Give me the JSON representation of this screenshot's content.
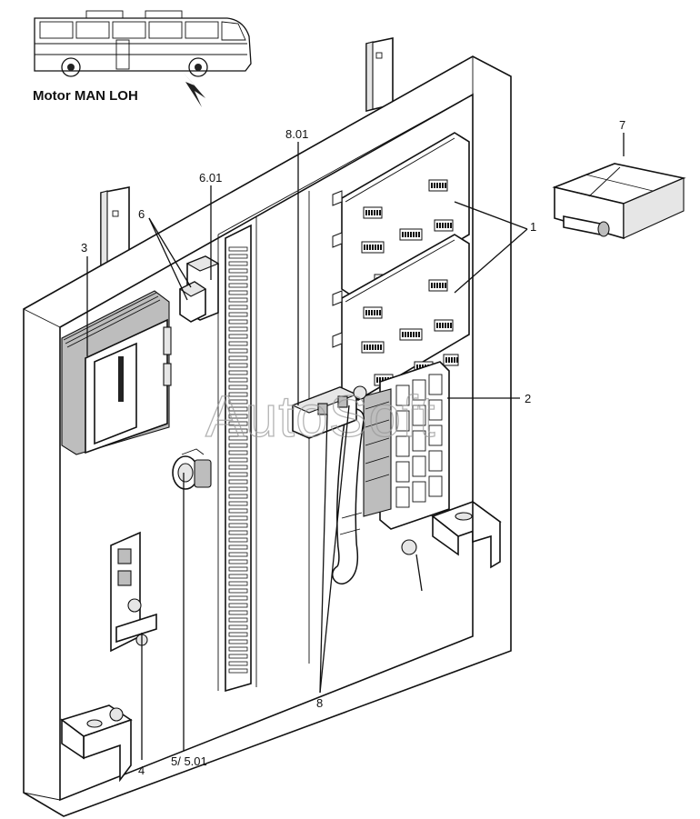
{
  "vehicle": {
    "label": "Motor MAN LOH"
  },
  "watermark": {
    "text": "AutoSoft"
  },
  "callouts": [
    {
      "id": "1",
      "text": "1"
    },
    {
      "id": "2",
      "text": "2"
    },
    {
      "id": "3",
      "text": "3"
    },
    {
      "id": "4",
      "text": "4"
    },
    {
      "id": "5",
      "text": "5/ 5.01"
    },
    {
      "id": "6",
      "text": "6"
    },
    {
      "id": "6.01",
      "text": "6.01"
    },
    {
      "id": "7",
      "text": "7"
    },
    {
      "id": "8",
      "text": "8"
    },
    {
      "id": "8.01",
      "text": "8.01"
    }
  ]
}
